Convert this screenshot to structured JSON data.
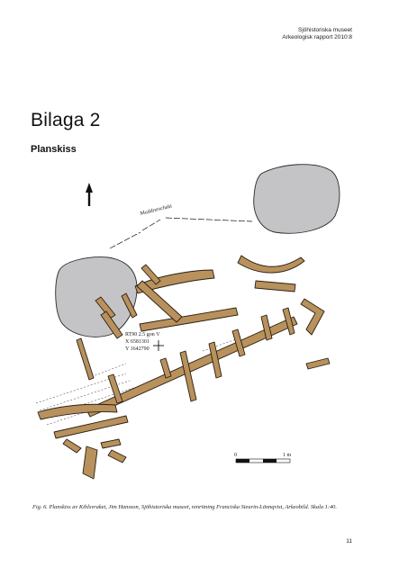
{
  "header": {
    "line1": "Sjöhistoriska museet",
    "line2": "Arkeologisk rapport 2010:8"
  },
  "title": "Bilaga 2",
  "subtitle": "Planskiss",
  "plan": {
    "boundary_label": "Muddrerschakt",
    "ref_line1": "RT90 2.5 gon V",
    "ref_line2": "X 6581301",
    "ref_line3": "Y 1642790",
    "scale_start": "0",
    "scale_end": "1 m",
    "colors": {
      "wood": "#b8915c",
      "rock": "#c4c4c6",
      "outline": "#2a1f14"
    }
  },
  "caption": "Fig. 6. Planskiss av Kihlsvraket, Jim Hansson, Sjöhistoriska museet, renritning Franciska Sieurin-Lönnqvist, Arkeobild. Skala 1:40.",
  "page_number": "11"
}
